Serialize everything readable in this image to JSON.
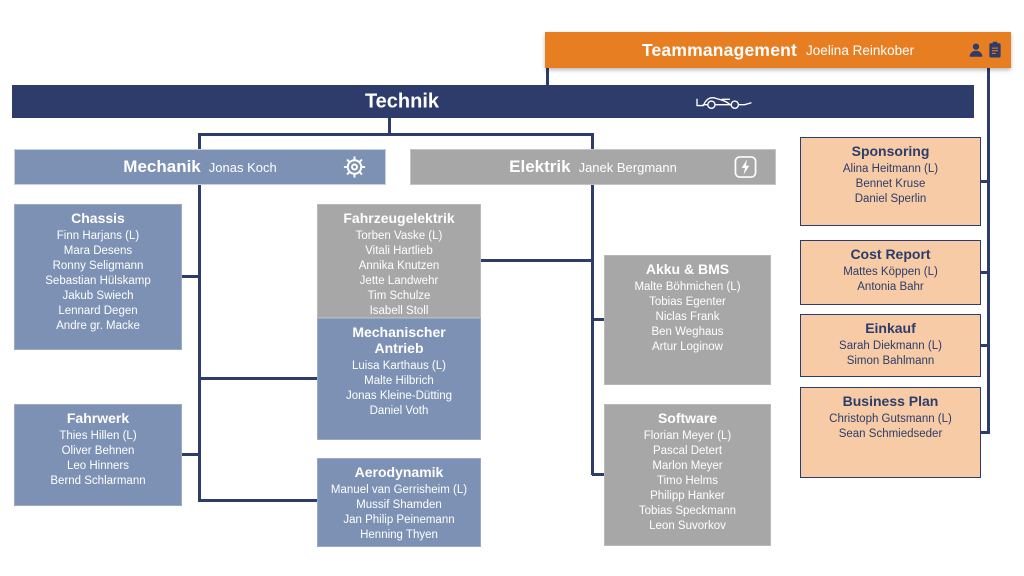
{
  "colors": {
    "navy": "#2d3c6b",
    "blue": "#7d91b4",
    "gray": "#a7a7a7",
    "orange": "#e87e22",
    "peach": "#f6cba5"
  },
  "teammanagement": {
    "title": "Teammanagement",
    "lead": "Joelina Reinkober",
    "icons": [
      "person-icon",
      "clipboard-icon"
    ]
  },
  "technik": {
    "title": "Technik",
    "icon": "race-car-icon"
  },
  "mechanik": {
    "title": "Mechanik",
    "lead": "Jonas Koch",
    "icon": "gear-icon"
  },
  "elektrik": {
    "title": "Elektrik",
    "lead": "Janek Bergmann",
    "icon": "lightning-icon"
  },
  "teams": {
    "chassis": {
      "title": "Chassis",
      "members": [
        "Finn Harjans (L)",
        "Mara Desens",
        "Ronny Seligmann",
        "Sebastian Hülskamp",
        "Jakub Swiech",
        "Lennard Degen",
        "Andre gr. Macke"
      ]
    },
    "fahrwerk": {
      "title": "Fahrwerk",
      "members": [
        "Thies Hillen (L)",
        "Oliver Behnen",
        "Leo Hinners",
        "Bernd Schlarmann"
      ]
    },
    "fahrzeugelektrik": {
      "title": "Fahrzeugelektrik",
      "members": [
        "Torben Vaske (L)",
        "Vitali Hartlieb",
        "Annika Knutzen",
        "Jette Landwehr",
        "Tim Schulze",
        "Isabell Stoll"
      ]
    },
    "mechanischer_antrieb": {
      "title": "Mechanischer Antrieb",
      "members": [
        "Luisa Karthaus (L)",
        "Malte Hilbrich",
        "Jonas Kleine-Dütting",
        "Daniel Voth"
      ]
    },
    "aerodynamik": {
      "title": "Aerodynamik",
      "members": [
        "Manuel van Gerrisheim (L)",
        "Mussif Shamden",
        "Jan Philip Peinemann",
        "Henning Thyen"
      ]
    },
    "akku_bms": {
      "title": "Akku & BMS",
      "members": [
        "Malte Böhmichen (L)",
        "Tobias Egenter",
        "Niclas Frank",
        "Ben Weghaus",
        "Artur Loginow"
      ]
    },
    "software": {
      "title": "Software",
      "members": [
        "Florian Meyer (L)",
        "Pascal Detert",
        "Marlon Meyer",
        "Timo Helms",
        "Philipp Hanker",
        "Tobias Speckmann",
        "Leon Suvorkov"
      ]
    },
    "sponsoring": {
      "title": "Sponsoring",
      "members": [
        "Alina Heitmann (L)",
        "Bennet Kruse",
        "Daniel Sperlin"
      ]
    },
    "cost_report": {
      "title": "Cost Report",
      "members": [
        "Mattes Köppen (L)",
        "Antonia Bahr"
      ]
    },
    "einkauf": {
      "title": "Einkauf",
      "members": [
        "Sarah Diekmann (L)",
        "Simon Bahlmann"
      ]
    },
    "business_plan": {
      "title": "Business Plan",
      "members": [
        "Christoph Gutsmann (L)",
        "Sean Schmiedseder"
      ]
    }
  }
}
